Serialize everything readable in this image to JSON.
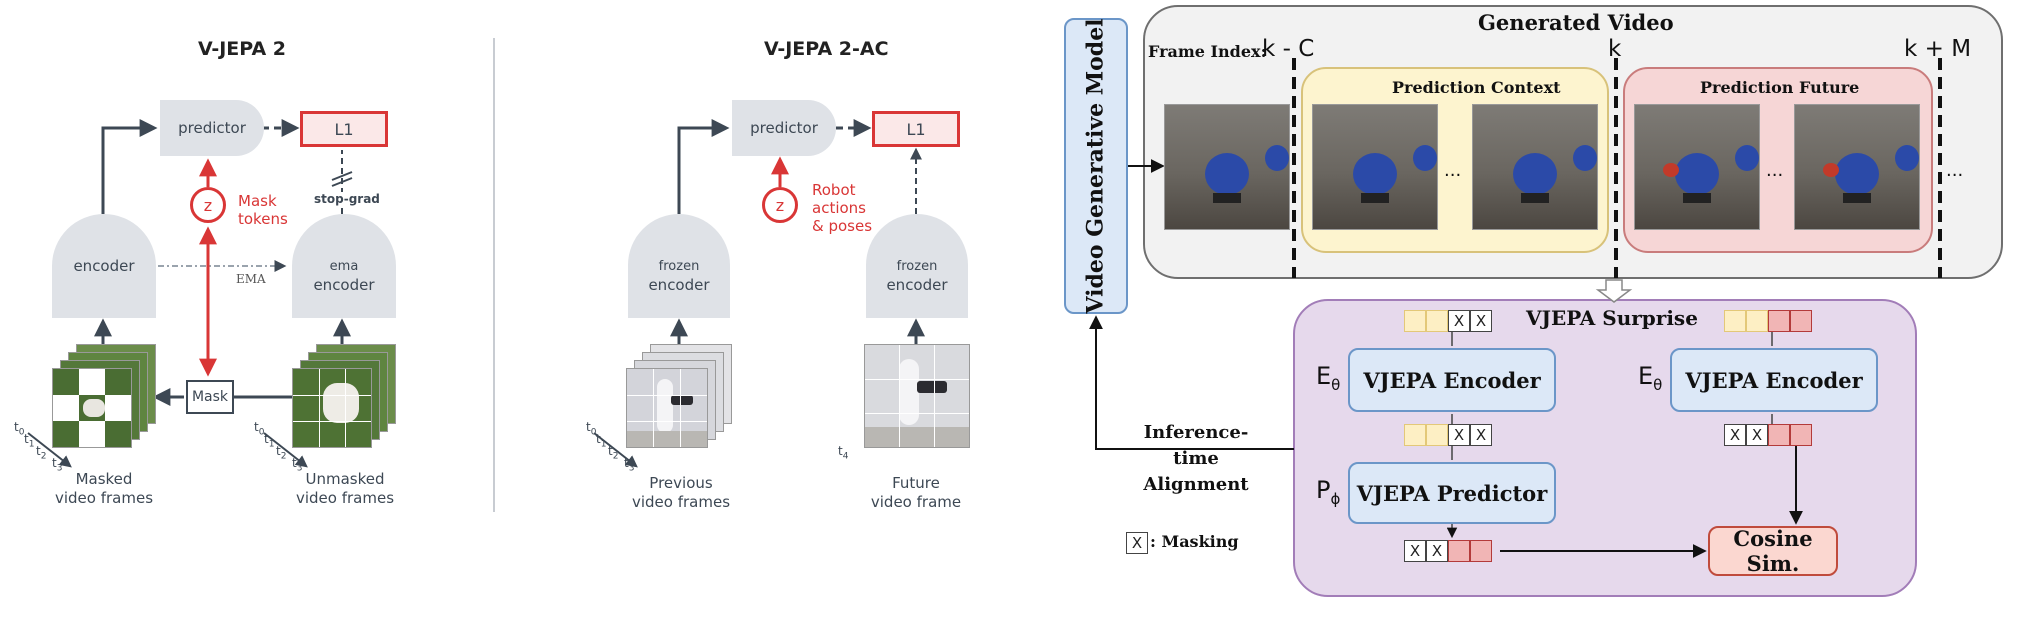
{
  "left": {
    "vjepa2": {
      "title": "V-JEPA 2",
      "predictor": "predictor",
      "l1": "L1",
      "encoder": "encoder",
      "ema_encoder_line1": "ema",
      "ema_encoder_line2": "encoder",
      "ema_label": "EMA",
      "z": "z",
      "mask_tokens_line1": "Mask",
      "mask_tokens_line2": "tokens",
      "stopgrad": "stop-grad",
      "mask": "Mask",
      "masked_line1": "Masked",
      "masked_line2": "video frames",
      "unmasked_line1": "Unmasked",
      "unmasked_line2": "video frames",
      "t0": "t",
      "sub0": "0",
      "sub1": "1",
      "sub2": "2",
      "sub3": "3"
    },
    "vjepa2ac": {
      "title": "V-JEPA 2-AC",
      "predictor": "predictor",
      "l1": "L1",
      "frozen1_line1": "frozen",
      "frozen1_line2": "encoder",
      "frozen2_line1": "frozen",
      "frozen2_line2": "encoder",
      "z": "z",
      "robot_line1": "Robot",
      "robot_line2": "actions",
      "robot_line3": "& poses",
      "prev_line1": "Previous",
      "prev_line2": "video frames",
      "future_line1": "Future",
      "future_line2": "video frame",
      "t": "t",
      "sub4": "4"
    }
  },
  "right": {
    "generated_video": "Generated Video",
    "frame_index": "Frame Index:",
    "k_minus_c": "k - C",
    "k": "k",
    "k_plus_m": "k + M",
    "prediction_context": "Prediction Context",
    "prediction_future": "Prediction Future",
    "ellipsis": "...",
    "video_generative_model": "Video Generative Model",
    "vjepa_surprise": "VJEPA Surprise",
    "encoder_left": "VJEPA Encoder",
    "encoder_right": "VJEPA Encoder",
    "predictor": "VJEPA Predictor",
    "cosine": "Cosine Sim.",
    "e_theta": "E",
    "theta": "θ",
    "p_phi": "P",
    "phi": "ϕ",
    "inference_line1": "Inference-time",
    "inference_line2": "Alignment",
    "masking_key": "X",
    "masking_label": ": Masking",
    "x": "X"
  },
  "colors": {
    "red": "#d93636",
    "slate": "#3d4854",
    "gray_shape": "#dfe2e7",
    "blue_box": "#dce8f7",
    "purple_panel": "#e6d9ec",
    "yellow_panel": "#fdf4cf",
    "pink_panel": "#f6d6d6"
  }
}
